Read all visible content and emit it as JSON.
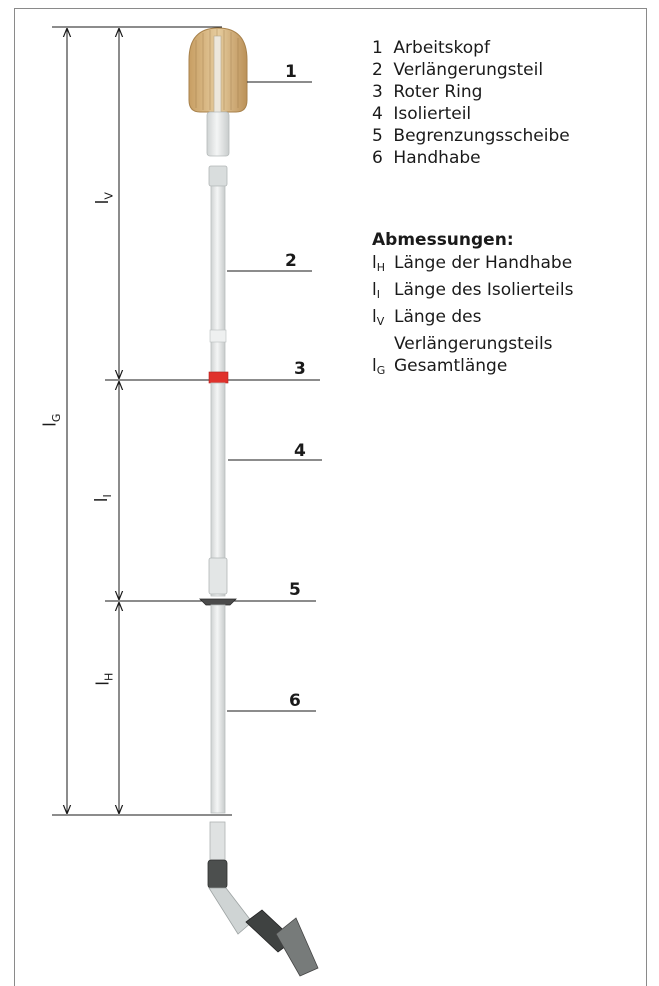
{
  "parts": [
    {
      "num": "1",
      "label": "Arbeitskopf"
    },
    {
      "num": "2",
      "label": "Verlängerungsteil"
    },
    {
      "num": "3",
      "label": "Roter Ring"
    },
    {
      "num": "4",
      "label": "Isolierteil"
    },
    {
      "num": "5",
      "label": "Begrenzungsscheibe"
    },
    {
      "num": "6",
      "label": "Handhabe"
    }
  ],
  "dimensions": {
    "heading": "Abmessungen:",
    "items": [
      {
        "sym": "l",
        "sub": "H",
        "text": "Länge der Handhabe"
      },
      {
        "sym": "l",
        "sub": "I",
        "text": "Länge des Isolierteils"
      },
      {
        "sym": "l",
        "sub": "V",
        "text": "Länge des"
      },
      {
        "sym": "",
        "sub": "",
        "text": "Verlängerungsteils"
      },
      {
        "sym": "l",
        "sub": "G",
        "text": "Gesamtlänge"
      }
    ]
  },
  "dim_labels": {
    "lv": {
      "sym": "l",
      "sub": "V"
    },
    "li": {
      "sym": "l",
      "sub": "I"
    },
    "lh": {
      "sym": "l",
      "sub": "H"
    },
    "lg": {
      "sym": "l",
      "sub": "G"
    }
  },
  "callouts": [
    "1",
    "2",
    "3",
    "4",
    "5",
    "6"
  ],
  "colors": {
    "ring": "#e0312b",
    "brush": "#d9b98a",
    "rod": "#e4e6e6",
    "line": "#1a1a1a"
  }
}
